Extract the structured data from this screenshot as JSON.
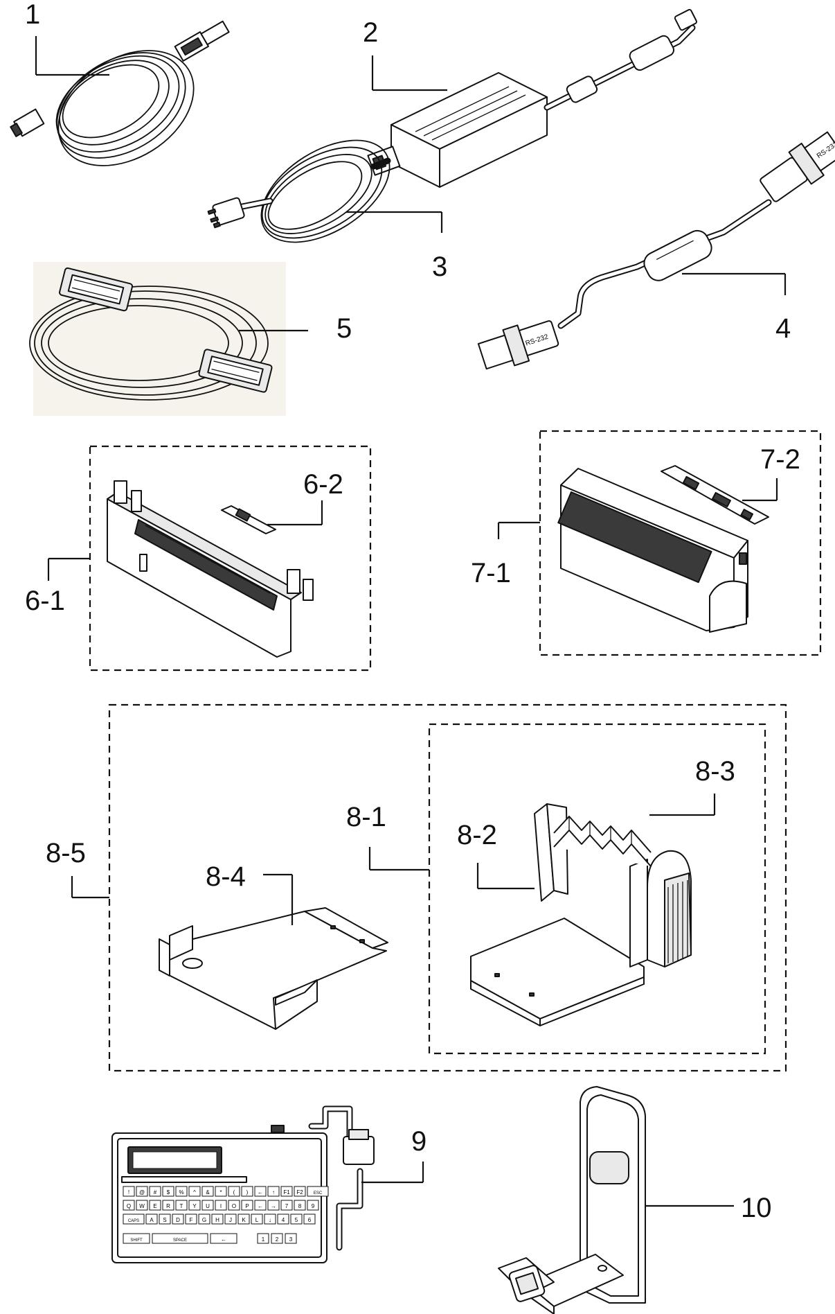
{
  "labels": {
    "l1": "1",
    "l2": "2",
    "l3": "3",
    "l4": "4",
    "l5": "5",
    "l6_1": "6-1",
    "l6_2": "6-2",
    "l7_1": "7-1",
    "l7_2": "7-2",
    "l8_1": "8-1",
    "l8_2": "8-2",
    "l8_3": "8-3",
    "l8_4": "8-4",
    "l8_5": "8-5",
    "l9": "9",
    "l10": "10"
  },
  "keypad": {
    "brand": "",
    "keys_row1": [
      "!",
      "@",
      "#",
      "$",
      "%",
      "^",
      "&",
      "*",
      "(",
      ")",
      "←",
      "↑",
      "F1",
      "F2",
      "ESC"
    ],
    "keys_row2": [
      "Q",
      "W",
      "E",
      "R",
      "T",
      "Y",
      "U",
      "I",
      "O",
      "P",
      "←",
      "→",
      "7",
      "8",
      "9"
    ],
    "keys_row3": [
      "CAPS",
      "A",
      "S",
      "D",
      "F",
      "G",
      "H",
      "J",
      "K",
      "L",
      "↓",
      "4",
      "5",
      "6"
    ],
    "keys_row4": [
      "SHIFT",
      "SPACE",
      "←",
      "1",
      "2",
      "3"
    ]
  }
}
